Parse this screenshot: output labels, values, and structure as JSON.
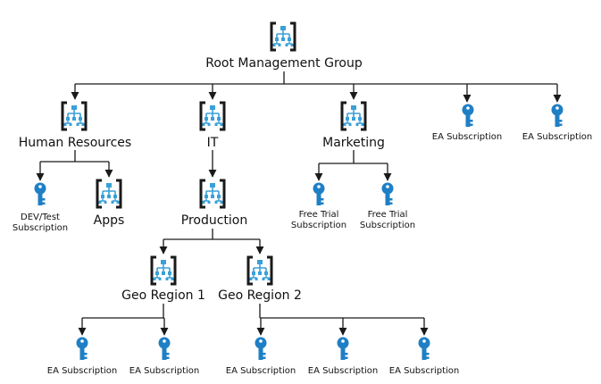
{
  "colors": {
    "line": "#1a1a1a",
    "label": "#111111",
    "group_icon_frame": "#1a1a1a",
    "group_icon_accent": "#3aa0d8",
    "key_icon": "#1f7fc5"
  },
  "nodes": {
    "root": {
      "label": "Root Management Group",
      "icon": "management-group-icon"
    },
    "human_resources": {
      "label": "Human Resources",
      "icon": "management-group-icon"
    },
    "it": {
      "label": "IT",
      "icon": "management-group-icon"
    },
    "marketing": {
      "label": "Marketing",
      "icon": "management-group-icon"
    },
    "ea_root_1": {
      "label": "EA Subscription",
      "icon": "subscription-key-icon"
    },
    "ea_root_2": {
      "label": "EA Subscription",
      "icon": "subscription-key-icon"
    },
    "devtest": {
      "label_line1": "DEV/Test",
      "label_line2": "Subscription",
      "icon": "subscription-key-icon"
    },
    "apps": {
      "label": "Apps",
      "icon": "management-group-icon"
    },
    "production": {
      "label": "Production",
      "icon": "management-group-icon"
    },
    "free_trial_1": {
      "label_line1": "Free Trial",
      "label_line2": "Subscription",
      "icon": "subscription-key-icon"
    },
    "free_trial_2": {
      "label_line1": "Free Trial",
      "label_line2": "Subscription",
      "icon": "subscription-key-icon"
    },
    "geo_region_1": {
      "label": "Geo Region 1",
      "icon": "management-group-icon"
    },
    "geo_region_2": {
      "label": "Geo Region 2",
      "icon": "management-group-icon"
    },
    "ea_geo1_1": {
      "label": "EA Subscription",
      "icon": "subscription-key-icon"
    },
    "ea_geo1_2": {
      "label": "EA Subscription",
      "icon": "subscription-key-icon"
    },
    "ea_geo2_1": {
      "label": "EA Subscription",
      "icon": "subscription-key-icon"
    },
    "ea_geo2_2": {
      "label": "EA Subscription",
      "icon": "subscription-key-icon"
    },
    "ea_geo2_3": {
      "label": "EA Subscription",
      "icon": "subscription-key-icon"
    }
  },
  "edges": [
    [
      "root",
      "human_resources"
    ],
    [
      "root",
      "it"
    ],
    [
      "root",
      "marketing"
    ],
    [
      "root",
      "ea_root_1"
    ],
    [
      "root",
      "ea_root_2"
    ],
    [
      "human_resources",
      "devtest"
    ],
    [
      "human_resources",
      "apps"
    ],
    [
      "it",
      "production"
    ],
    [
      "marketing",
      "free_trial_1"
    ],
    [
      "marketing",
      "free_trial_2"
    ],
    [
      "production",
      "geo_region_1"
    ],
    [
      "production",
      "geo_region_2"
    ],
    [
      "geo_region_1",
      "ea_geo1_1"
    ],
    [
      "geo_region_1",
      "ea_geo1_2"
    ],
    [
      "geo_region_2",
      "ea_geo2_1"
    ],
    [
      "geo_region_2",
      "ea_geo2_2"
    ],
    [
      "geo_region_2",
      "ea_geo2_3"
    ]
  ]
}
